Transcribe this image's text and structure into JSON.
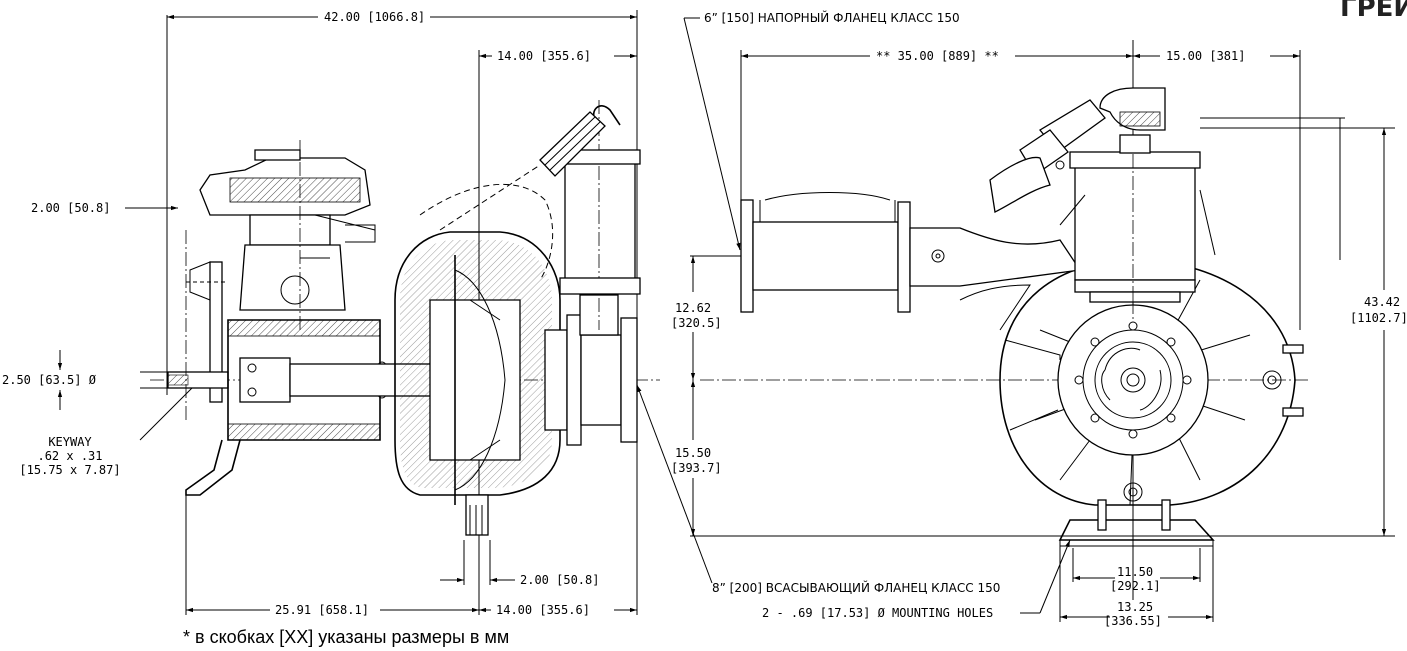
{
  "dims": {
    "overall_length": "42.00 [1066.8]",
    "discharge_offset_side": "14.00 [355.6]",
    "top_offset": "2.00 [50.8]",
    "shaft_dia": "2.50 [63.5] Ø",
    "keyway_title": "KEYWAY",
    "keyway_in": ".62 x .31",
    "keyway_mm": "[15.75 x 7.87]",
    "bottom_offset": "2.00 [50.8]",
    "base_length": "25.91 [658.1]",
    "base_right": "14.00 [355.6]",
    "front_width": "** 35.00 [889] **",
    "front_right": "15.00 [381]",
    "upper_height": "12.62",
    "upper_height_mm": "[320.5]",
    "lower_height": "15.50",
    "lower_height_mm": "[393.7]",
    "total_height": "43.42",
    "total_height_mm": "[1102.7]",
    "foot_center": "11.50",
    "foot_center_mm": "[292.1]",
    "foot_width": "13.25",
    "foot_width_mm": "[336.55]",
    "mounting_holes": "2 - .69 [17.53] Ø MOUNTING HOLES"
  },
  "notes": {
    "discharge_flange": "6”  [150] НАПОРНЫЙ ФЛАНЕЦ КЛАСС 150",
    "suction_flange": "8”  [200] ВСАСЫВАЮЩИЙ ФЛАНЕЦ КЛАСС 150",
    "footnote": "* в скобках [XX] указаны размеры в мм"
  },
  "corner_text": "ГРЕЙ"
}
